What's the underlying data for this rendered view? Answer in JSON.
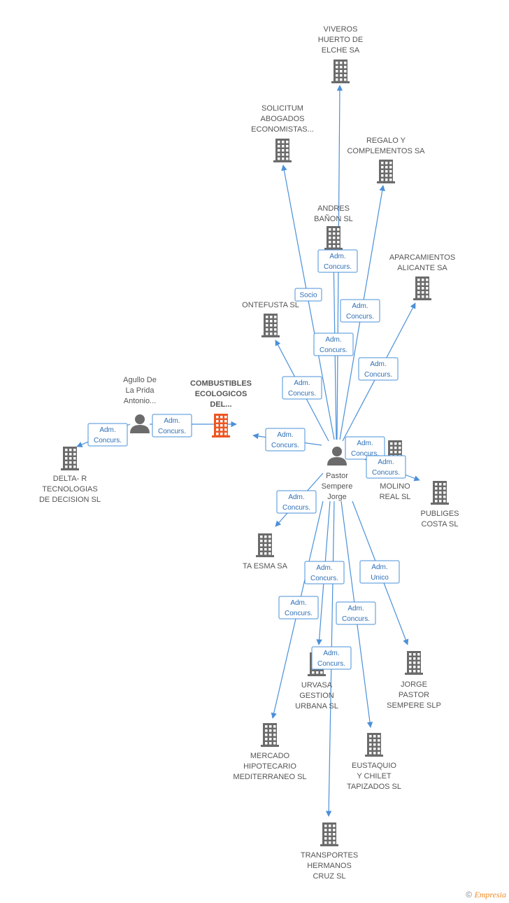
{
  "colors": {
    "edge": "#4a90d9",
    "company": "#6b6b6b",
    "highlight": "#ee5522",
    "person": "#6b6b6b"
  },
  "nodes": [
    {
      "id": "viveros",
      "type": "company",
      "label": [
        "VIVEROS",
        "HUERTO DE",
        "ELCHE SA"
      ]
    },
    {
      "id": "solicitum",
      "type": "company",
      "label": [
        "SOLICITUM",
        "ABOGADOS",
        "ECONOMISTAS..."
      ]
    },
    {
      "id": "regalo",
      "type": "company",
      "label": [
        "REGALO Y",
        "COMPLEMENTOS SA"
      ]
    },
    {
      "id": "andres",
      "type": "company",
      "label": [
        "ANDRES",
        "BAÑON SL"
      ]
    },
    {
      "id": "aparcamientos",
      "type": "company",
      "label": [
        "APARCAMIENTOS",
        "ALICANTE SA"
      ]
    },
    {
      "id": "ontefusta",
      "type": "company",
      "label": [
        "ONTEFUSTA SL"
      ]
    },
    {
      "id": "combustibles",
      "type": "main",
      "label": [
        "COMBUSTIBLES",
        "ECOLOGICOS",
        "DEL..."
      ]
    },
    {
      "id": "agullo",
      "type": "person",
      "label": [
        "Agullo De",
        "La Prida",
        "Antonio..."
      ]
    },
    {
      "id": "deltar",
      "type": "company",
      "label": [
        "DELTA- R",
        "TECNOLOGIAS",
        "DE DECISION SL"
      ]
    },
    {
      "id": "pastor",
      "type": "person",
      "label": [
        "Pastor",
        "Sempere",
        "Jorge"
      ]
    },
    {
      "id": "molino",
      "type": "company",
      "label": [
        "MOLINO",
        "REAL SL"
      ]
    },
    {
      "id": "publiges",
      "type": "company",
      "label": [
        "PUBLIGES",
        "COSTA  SL"
      ]
    },
    {
      "id": "taesma",
      "type": "company",
      "label": [
        "TA ESMA SA"
      ]
    },
    {
      "id": "jorgepastor",
      "type": "company",
      "label": [
        "JORGE",
        "PASTOR",
        "SEMPERE SLP"
      ]
    },
    {
      "id": "urvasa",
      "type": "company",
      "label": [
        "URVASA",
        "GESTION",
        "URBANA SL"
      ]
    },
    {
      "id": "mercado",
      "type": "company",
      "label": [
        "MERCADO",
        "HIPOTECARIO",
        "MEDITERRANEO SL"
      ]
    },
    {
      "id": "eustaquio",
      "type": "company",
      "label": [
        "EUSTAQUIO",
        "Y CHILET",
        "TAPIZADOS SL"
      ]
    },
    {
      "id": "transportes",
      "type": "company",
      "label": [
        "TRANSPORTES",
        "HERMANOS",
        "CRUZ SL"
      ]
    }
  ],
  "edges": [
    {
      "from": "pastor",
      "to": "viveros",
      "label": [
        "Adm.",
        "Concurs."
      ]
    },
    {
      "from": "pastor",
      "to": "solicitum",
      "label": [
        "Socio"
      ]
    },
    {
      "from": "pastor",
      "to": "regalo",
      "label": [
        "Adm.",
        "Concurs."
      ]
    },
    {
      "from": "pastor",
      "to": "andres",
      "label": [
        "Adm.",
        "Concurs."
      ]
    },
    {
      "from": "pastor",
      "to": "aparcamientos",
      "label": [
        "Adm.",
        "Concurs."
      ]
    },
    {
      "from": "pastor",
      "to": "ontefusta",
      "label": [
        "Adm.",
        "Concurs."
      ]
    },
    {
      "from": "pastor",
      "to": "combustibles",
      "label": [
        "Adm.",
        "Concurs."
      ]
    },
    {
      "from": "agullo",
      "to": "combustibles",
      "label": [
        "Adm.",
        "Concurs."
      ]
    },
    {
      "from": "agullo",
      "to": "deltar",
      "label": [
        "Adm.",
        "Concurs."
      ]
    },
    {
      "from": "pastor",
      "to": "molino",
      "label": [
        "Adm.",
        "Concurs."
      ]
    },
    {
      "from": "pastor",
      "to": "publiges",
      "label": [
        "Adm.",
        "Concurs."
      ]
    },
    {
      "from": "pastor",
      "to": "taesma",
      "label": [
        "Adm.",
        "Concurs."
      ]
    },
    {
      "from": "pastor",
      "to": "jorgepastor",
      "label": [
        "Adm.",
        "Unico"
      ]
    },
    {
      "from": "pastor",
      "to": "urvasa",
      "label": [
        "Adm.",
        "Concurs."
      ]
    },
    {
      "from": "pastor",
      "to": "mercado",
      "label": [
        "Adm.",
        "Concurs."
      ]
    },
    {
      "from": "pastor",
      "to": "eustaquio",
      "label": [
        "Adm.",
        "Concurs."
      ]
    },
    {
      "from": "pastor",
      "to": "transportes",
      "label": [
        "Adm.",
        "Concurs."
      ]
    }
  ],
  "footer": {
    "copyright": "©",
    "brand": "Empresia"
  }
}
